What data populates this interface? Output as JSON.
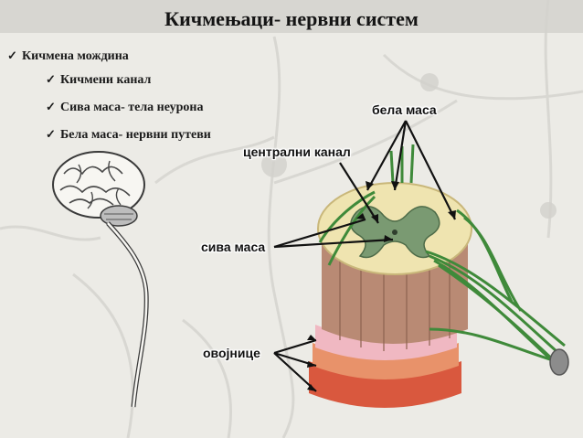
{
  "slide": {
    "title": "Кичмењаци- нервни систем",
    "bullets": [
      {
        "level": 1,
        "text": "Кичмена мождина"
      },
      {
        "level": 2,
        "text": "Кичмени канал"
      },
      {
        "level": 2,
        "text": "Сива маса- тела неурона"
      },
      {
        "level": 2,
        "text": "Бела маса- нервни путеви"
      }
    ],
    "check_glyph": "✓"
  },
  "diagram": {
    "labels": {
      "white_matter": "бела маса",
      "central_canal": "централни канал",
      "gray_matter": "сива маса",
      "meninges": "овојнице"
    }
  },
  "colors": {
    "background": "#ecebe6",
    "title_bar": "#cfcfcb",
    "nerve_green": "#3f8a3a",
    "white_matter": "#efe4b0",
    "gray_matter": "#7a9a72",
    "meninges_red": "#d9583e",
    "meninges_pink": "#f0b8c2",
    "column_brown": "#b98a74"
  }
}
